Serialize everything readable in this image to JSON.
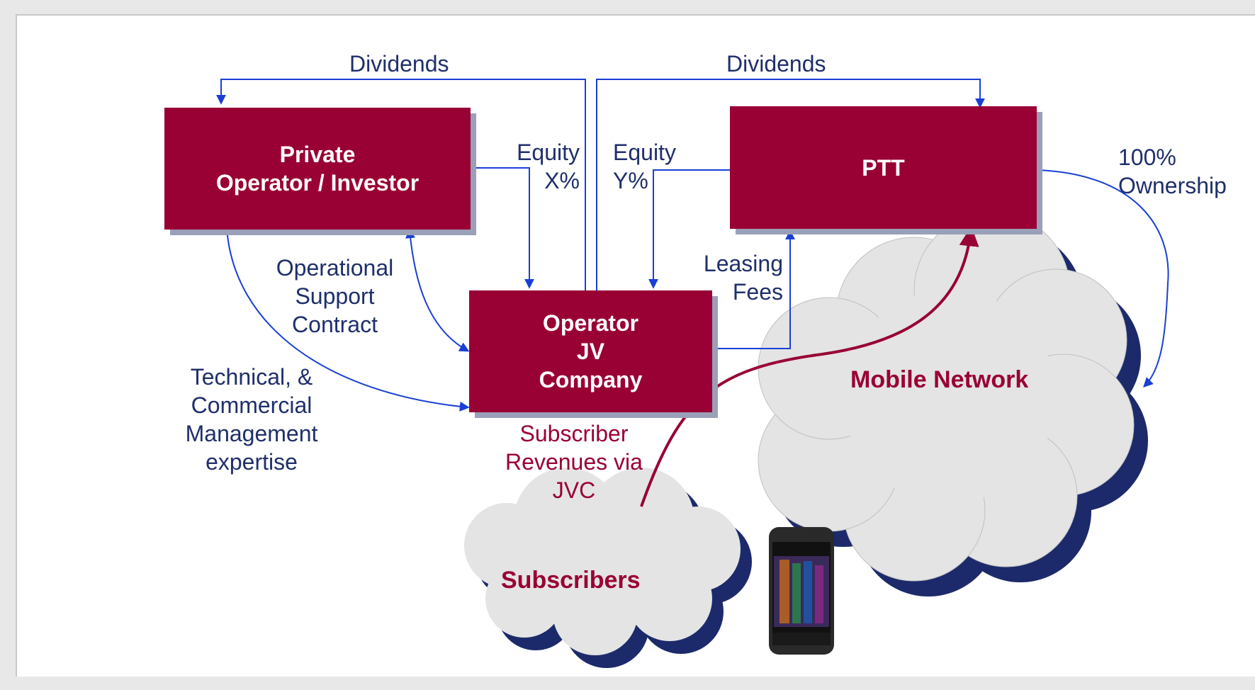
{
  "boxes": {
    "private_operator": {
      "line1": "Private",
      "line2": "Operator / Investor"
    },
    "ptt": {
      "label": "PTT"
    },
    "operator_jv": {
      "line1": "Operator",
      "line2": "JV",
      "line3": "Company"
    }
  },
  "clouds": {
    "mobile_network": "Mobile Network",
    "subscribers": "Subscribers"
  },
  "labels": {
    "dividends_left": "Dividends",
    "dividends_right": "Dividends",
    "equity_x_1": "Equity",
    "equity_x_2": "X%",
    "equity_y_1": "Equity",
    "equity_y_2": "Y%",
    "ownership_1": "100%",
    "ownership_2": "Ownership",
    "ops_support_1": "Operational",
    "ops_support_2": "Support",
    "ops_support_3": "Contract",
    "leasing_1": "Leasing",
    "leasing_2": "Fees",
    "tech_1": "Technical, &",
    "tech_2": "Commercial",
    "tech_3": "Management",
    "tech_4": "expertise",
    "revenue_1": "Subscriber",
    "revenue_2": "Revenues via",
    "revenue_3": "JVC"
  },
  "colors": {
    "box": "#990033",
    "flow_line": "#1a3fd6",
    "revenue_line": "#990033",
    "label_text": "#1f2f6b",
    "cloud_fill": "#e4e4e4",
    "cloud_shadow": "#1c2a6b"
  },
  "icons": {
    "phone": "smartphone-icon"
  }
}
